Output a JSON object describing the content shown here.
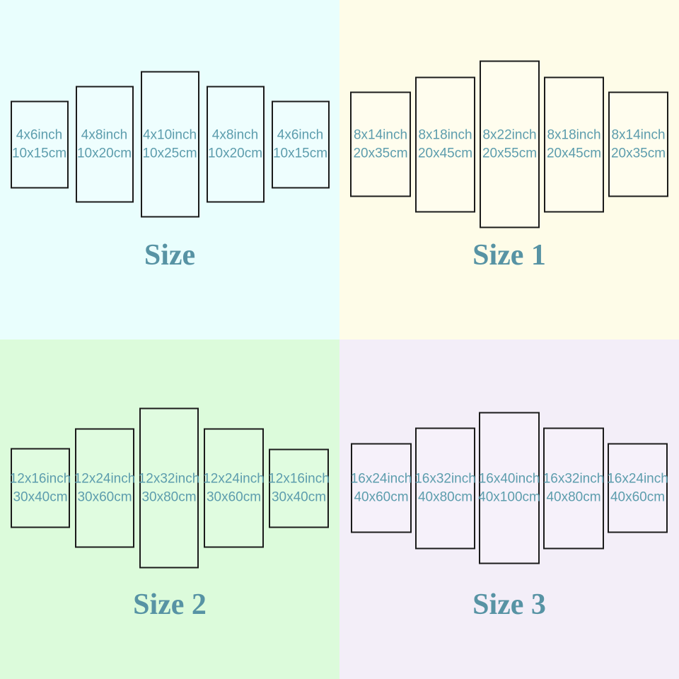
{
  "colors": {
    "panel_text": "#5d9dad",
    "title_text": "#5793a4",
    "panel_border": "#1b1b1b"
  },
  "quadrants": [
    {
      "title": "Size",
      "background": "#e9fefd",
      "panel_background": "#eefefe",
      "panels": [
        {
          "inch": "4x6inch",
          "cm": "10x15cm"
        },
        {
          "inch": "4x8inch",
          "cm": "10x20cm"
        },
        {
          "inch": "4x10inch",
          "cm": "10x25cm"
        },
        {
          "inch": "4x8inch",
          "cm": "10x20cm"
        },
        {
          "inch": "4x6inch",
          "cm": "10x15cm"
        }
      ]
    },
    {
      "title": "Size 1",
      "background": "#fefce8",
      "panel_background": "#fffdee",
      "panels": [
        {
          "inch": "8x14inch",
          "cm": "20x35cm"
        },
        {
          "inch": "8x18inch",
          "cm": "20x45cm"
        },
        {
          "inch": "8x22inch",
          "cm": "20x55cm"
        },
        {
          "inch": "8x18inch",
          "cm": "20x45cm"
        },
        {
          "inch": "8x14inch",
          "cm": "20x35cm"
        }
      ]
    },
    {
      "title": "Size 2",
      "background": "#dcfbdb",
      "panel_background": "#e0fce0",
      "panels": [
        {
          "inch": "12x16inch",
          "cm": "30x40cm"
        },
        {
          "inch": "12x24inch",
          "cm": "30x60cm"
        },
        {
          "inch": "12x32inch",
          "cm": "30x80cm"
        },
        {
          "inch": "12x24inch",
          "cm": "30x60cm"
        },
        {
          "inch": "12x16inch",
          "cm": "30x40cm"
        }
      ]
    },
    {
      "title": "Size 3",
      "background": "#f3eef8",
      "panel_background": "#f6f1fa",
      "panels": [
        {
          "inch": "16x24inch",
          "cm": "40x60cm"
        },
        {
          "inch": "16x32inch",
          "cm": "40x80cm"
        },
        {
          "inch": "16x40inch",
          "cm": "40x100cm"
        },
        {
          "inch": "16x32inch",
          "cm": "40x80cm"
        },
        {
          "inch": "16x24inch",
          "cm": "40x60cm"
        }
      ]
    }
  ]
}
